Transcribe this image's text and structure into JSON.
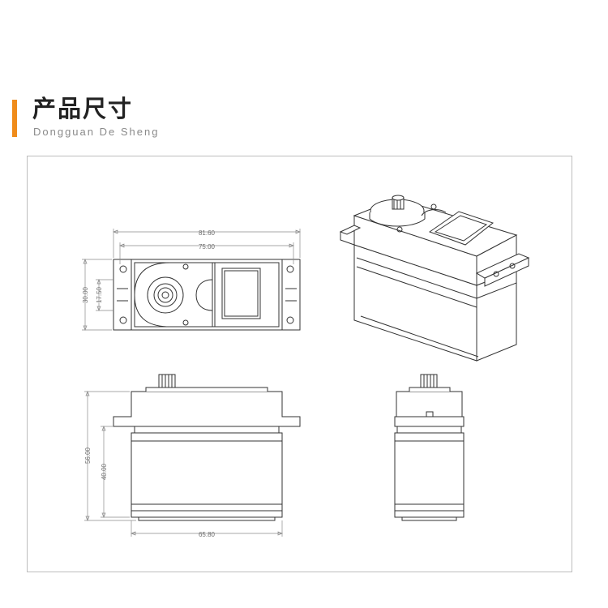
{
  "header": {
    "title": "产品尺寸",
    "subtitle": "Dongguan De Sheng",
    "accent_color": "#f08c1b"
  },
  "top_view": {
    "overall_length": "81.60",
    "hole_spacing": "75.00",
    "width": "30.00",
    "slot_spacing": "17.50"
  },
  "front_view": {
    "height": "56.00",
    "body_height": "40.00",
    "length": "65.80"
  }
}
